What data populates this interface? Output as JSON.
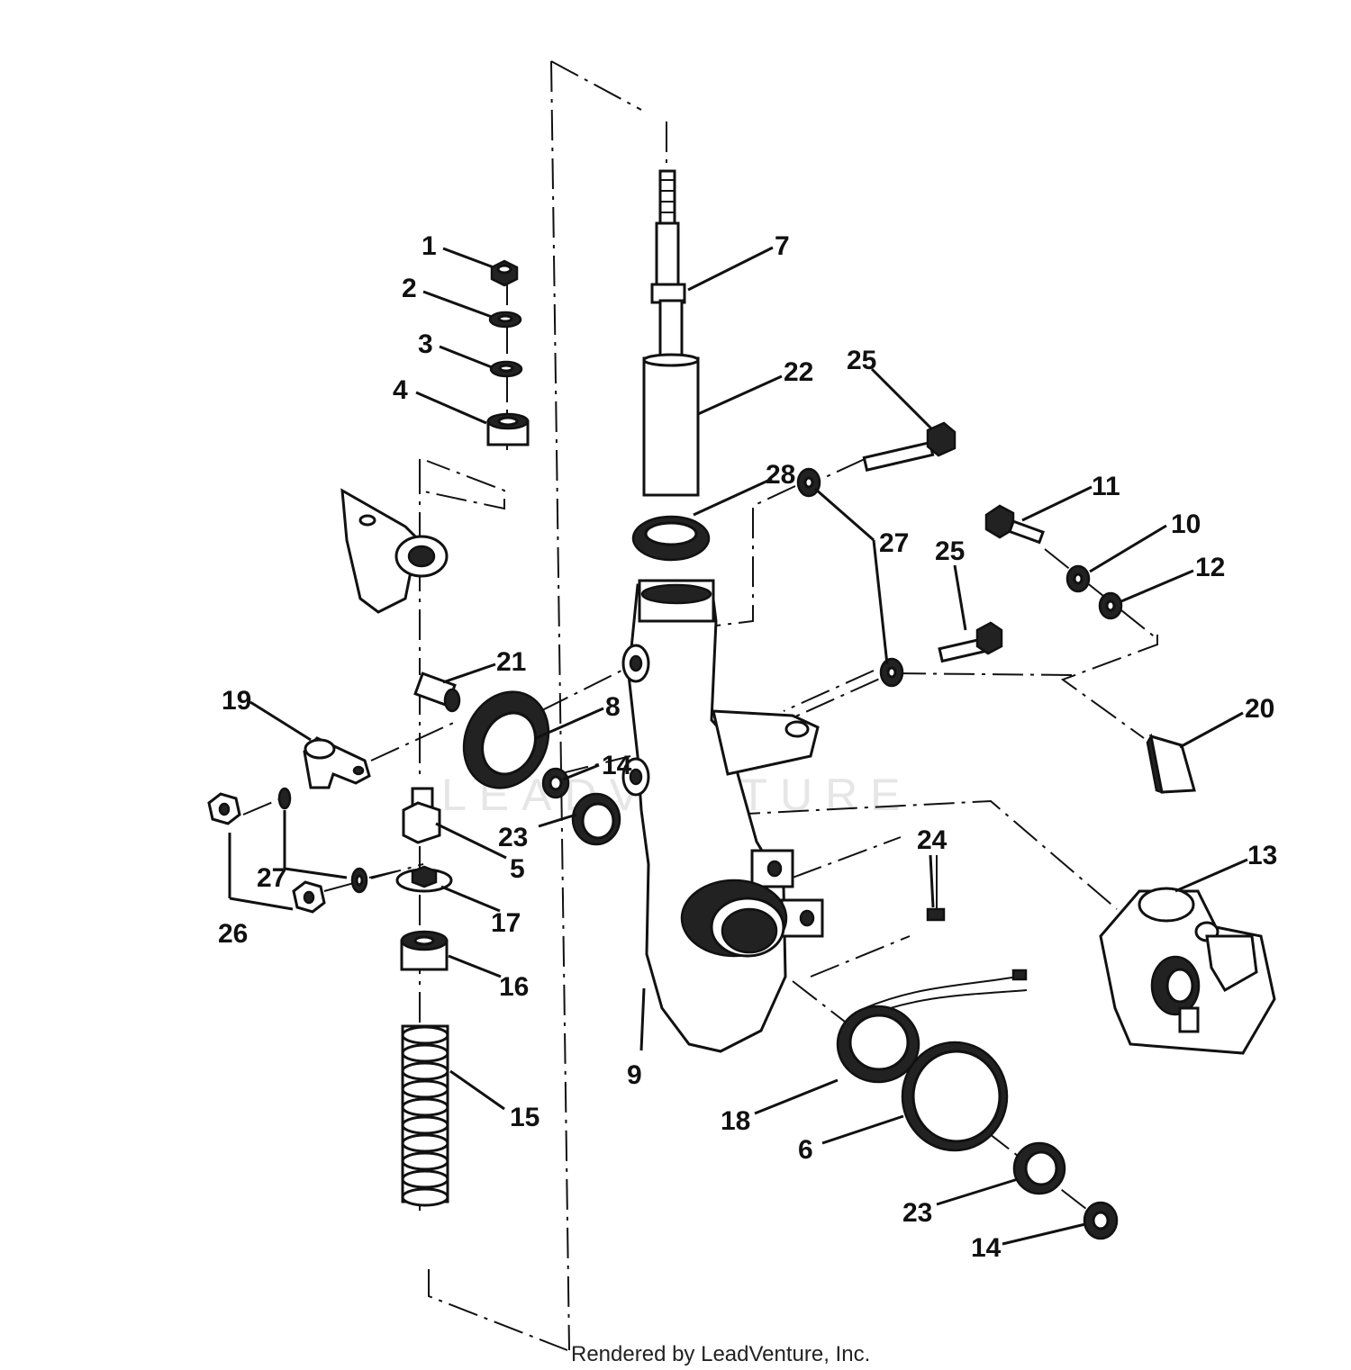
{
  "watermark": "LEADVENTURE",
  "credit": "Rendered by LeadVenture, Inc.",
  "callouts": {
    "c1": "1",
    "c2": "2",
    "c3": "3",
    "c4": "4",
    "c5": "5",
    "c6": "6",
    "c7": "7",
    "c8": "8",
    "c9": "9",
    "c10": "10",
    "c11": "11",
    "c12": "12",
    "c13": "13",
    "c14a": "14",
    "c14b": "14",
    "c15": "15",
    "c16": "16",
    "c17": "17",
    "c18": "18",
    "c19": "19",
    "c20": "20",
    "c21": "21",
    "c22": "22",
    "c23a": "23",
    "c23b": "23",
    "c24": "24",
    "c25a": "25",
    "c25b": "25",
    "c26": "26",
    "c27a": "27",
    "c27b": "27",
    "c28": "28"
  }
}
